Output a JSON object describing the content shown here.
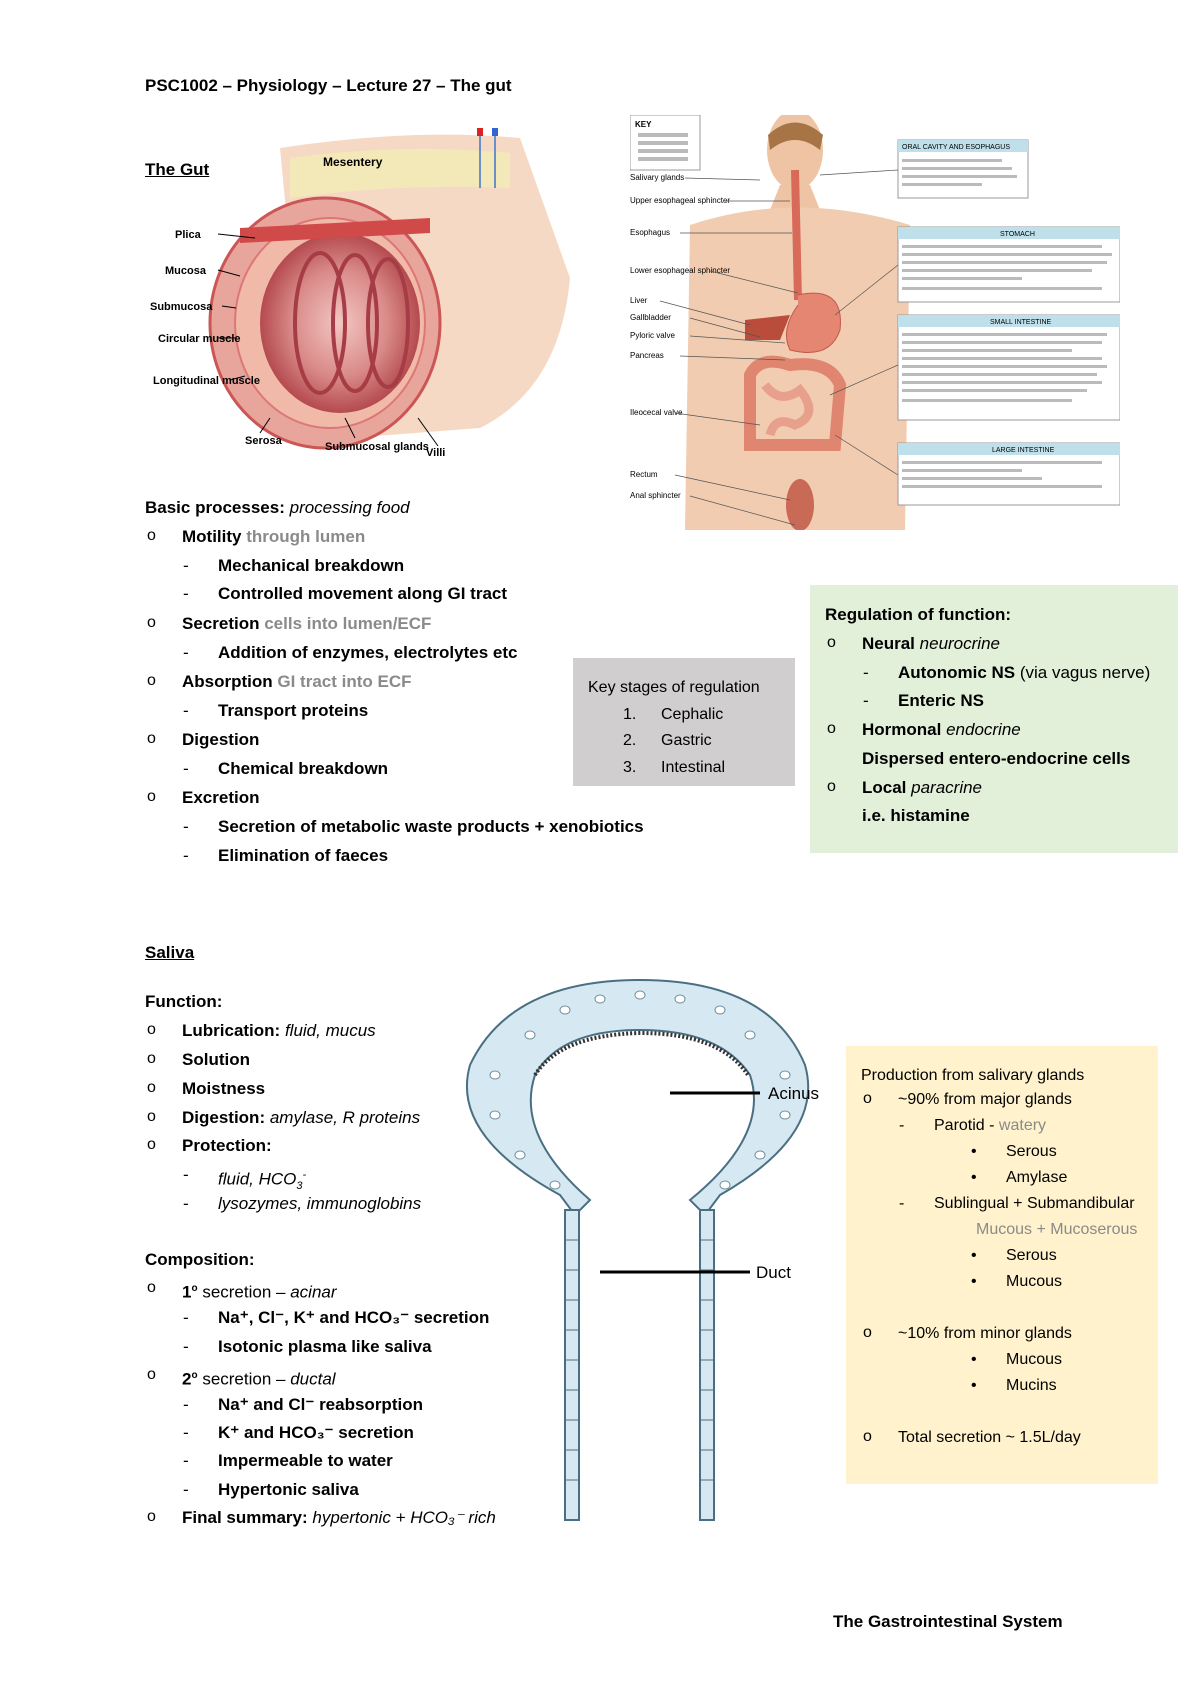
{
  "header": {
    "title": "PSC1002 – Physiology – Lecture 27 – The gut"
  },
  "gut": {
    "heading": "The Gut",
    "figure_labels": {
      "mesentery": "Mesentery",
      "plica": "Plica",
      "mucosa": "Mucosa",
      "submucosa": "Submucosa",
      "circular": "Circular muscle",
      "longitudinal": "Longitudinal muscle",
      "serosa": "Serosa",
      "glands": "Submucosal glands",
      "villi": "Villi"
    },
    "body_labels": {
      "key": "KEY",
      "oral": "ORAL CAVITY AND ESOPHAGUS",
      "stomach": "STOMACH",
      "small": "SMALL INTESTINE",
      "large": "LARGE INTESTINE",
      "salivary": "Salivary glands",
      "upper_sph": "Upper esophageal sphincter",
      "esophagus": "Esophagus",
      "lower_sph": "Lower esophageal sphincter",
      "liver": "Liver",
      "gallbladder": "Gallbladder",
      "pyloric": "Pyloric valve",
      "pancreas": "Pancreas",
      "ileocecal": "Ileocecal valve",
      "rectum": "Rectum",
      "anal": "Anal sphincter"
    },
    "processes": {
      "label": "Basic processes:",
      "label_em": "processing food",
      "motility": "Motility",
      "motility_g": "through lumen",
      "motility_1": "Mechanical breakdown",
      "motility_2": "Controlled movement along GI tract",
      "secretion": "Secretion",
      "secretion_g": "cells into lumen/ECF",
      "secretion_1": "Addition of enzymes, electrolytes etc",
      "absorption": "Absorption",
      "absorption_g": "GI tract into ECF",
      "absorption_1": "Transport proteins",
      "digestion": "Digestion",
      "digestion_1": "Chemical breakdown",
      "excretion": "Excretion",
      "excretion_1": "Secretion of metabolic waste products + xenobiotics",
      "excretion_2": "Elimination of faeces"
    },
    "key_stages": {
      "title": "Key stages of regulation",
      "n1": "1.",
      "n2": "2.",
      "n3": "3.",
      "s1": "Cephalic",
      "s2": "Gastric",
      "s3": "Intestinal"
    },
    "regulation": {
      "title": "Regulation of function:",
      "neural": "Neural",
      "neural_em": "neurocrine",
      "neural_1": "Autonomic NS",
      "neural_1_n": "(via vagus nerve)",
      "neural_2": "Enteric NS",
      "hormonal": "Hormonal",
      "hormonal_em": "endocrine",
      "hormonal_1": "Dispersed entero-endocrine cells",
      "local": "Local",
      "local_em": "paracrine",
      "local_1": "i.e. histamine"
    }
  },
  "saliva": {
    "heading": "Saliva",
    "function_title": "Function:",
    "f1": "Lubrication:",
    "f1_em": "fluid, mucus",
    "f2": "Solution",
    "f3": "Moistness",
    "f4": "Digestion:",
    "f4_em": "amylase, R proteins",
    "f5": "Protection:",
    "f5_1": "fluid, HCO",
    "f5_1_sub": "3",
    "f5_1_sup": "-",
    "f5_2": "lysozymes, immunoglobins",
    "composition_title": "Composition:",
    "c1_pre": "1",
    "c1_sup": "o",
    "c1": "secretion –",
    "c1_em": "acinar",
    "c1_1": "Na⁺, Cl⁻, K⁺ and HCO₃⁻ secretion",
    "c1_2": "Isotonic plasma like saliva",
    "c2_pre": "2",
    "c2_sup": "o",
    "c2": "secretion –",
    "c2_em": "ductal",
    "c2_1": "Na⁺ and Cl⁻ reabsorption",
    "c2_2": "K⁺ and HCO₃⁻ secretion",
    "c2_3": "Impermeable to water",
    "c2_4": "Hypertonic saliva",
    "final": "Final summary:",
    "final_em": "hypertonic + HCO₃⁻ rich",
    "figure_labels": {
      "acinus": "Acinus",
      "duct": "Duct"
    },
    "production": {
      "title": "Production from salivary glands",
      "major": "~90% from major glands",
      "parotid": "Parotid -",
      "parotid_g": "watery",
      "p1": "Serous",
      "p2": "Amylase",
      "subl": "Sublingual + Submandibular",
      "subl_g": "Mucous + Mucoserous",
      "s1": "Serous",
      "s2": "Mucous",
      "minor": "~10% from minor glands",
      "m1": "Mucous",
      "m2": "Mucins",
      "total": "Total secretion ~ 1.5L/day"
    }
  },
  "footer": {
    "text": "The Gastrointestinal System"
  },
  "colors": {
    "green_box": "#e2efd9",
    "grey_box": "#d0cece",
    "yellow_box": "#fff2cc",
    "grey_text": "#8a8a8a"
  },
  "icons": {
    "bullet": "o",
    "dash": "-",
    "dot": "•"
  }
}
